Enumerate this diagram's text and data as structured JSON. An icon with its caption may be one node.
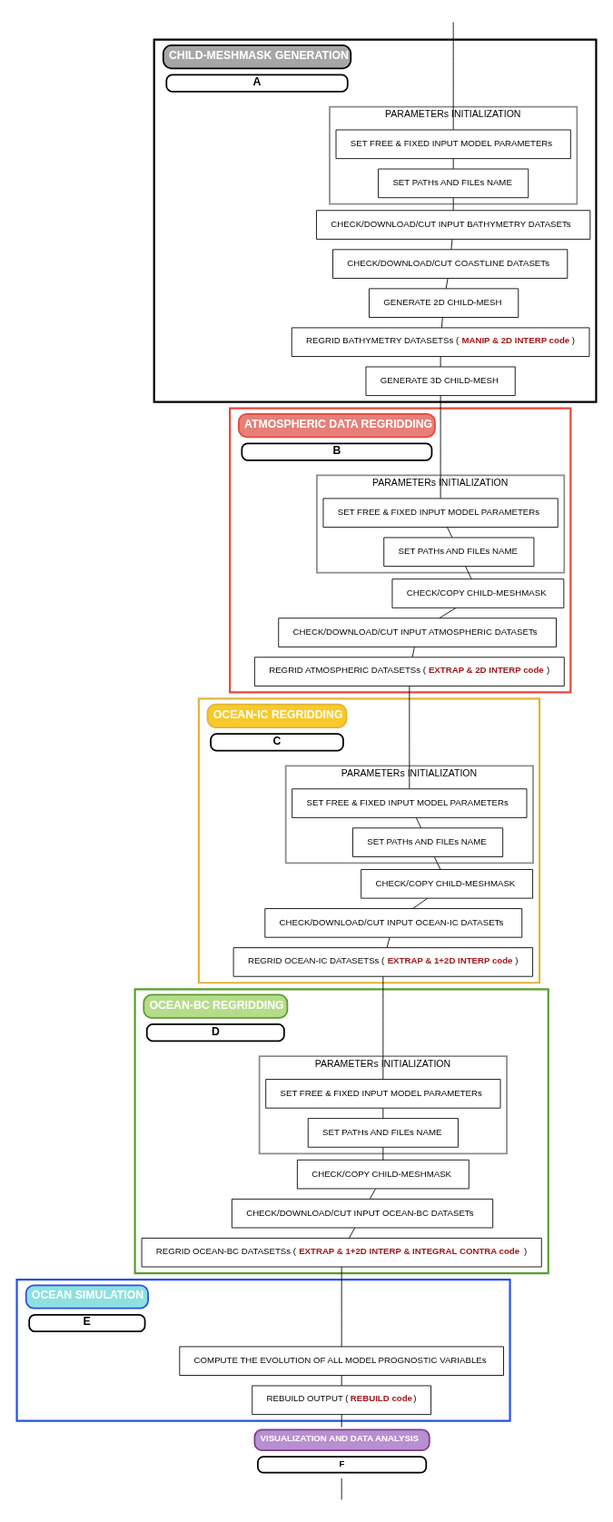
{
  "diagram": {
    "nodes": [
      {
        "text": [
          "CHILD-MESHMASK GENERATION",
          "A"
        ]
      },
      {
        "text": [
          "PARAMETERs INITIALIZATION"
        ],
        "in": 0
      },
      {
        "text": [
          "SET FREE & FIXED INPUT MODEL PARAMETERs"
        ],
        "in": 1
      },
      {
        "text": [
          "SET PATHs AND FILEs NAME"
        ],
        "in": 1
      },
      {
        "text": [
          "CHECK/DOWNLOAD/CUT INPUT BATHYMETRY DATASETs"
        ],
        "in": 0
      },
      {
        "text": [
          "CHECK/DOWNLOAD/CUT COASTLINE DATASETs"
        ],
        "in": 0
      },
      {
        "text": [
          "GENERATE 2D CHILD-MESH"
        ],
        "in": 0
      },
      {
        "text": [
          "REGRID BATHYMETRY DATASETSs (**MANIP & 2D INTERP code**)"
        ],
        "in": 0
      },
      {
        "text": [
          "GENERATE 3D CHILD-MESH"
        ],
        "in": 0
      },
      {
        "text": [
          "ATMOSPHERIC DATA REGRIDDING",
          "B"
        ]
      },
      {
        "text": [
          "PARAMETERs INITIALIZATION"
        ],
        "in": 9
      },
      {
        "text": [
          "SET FREE & FIXED INPUT MODEL PARAMETERs"
        ],
        "in": 10
      },
      {
        "text": [
          "SET PATHs AND FILEs NAME"
        ],
        "in": 10
      },
      {
        "text": [
          "CHECK/COPY CHILD-MESHMASK"
        ],
        "in": 9
      },
      {
        "text": [
          "CHECK/DOWNLOAD/CUT INPUT ATMOSPHERIC DATASETs"
        ],
        "in": 9
      },
      {
        "text": [
          "REGRID ATMOSPHERIC DATASETSs (**EXTRAP & 2D INTERP code**)"
        ],
        "in": 9
      },
      {
        "text": [
          "OCEAN-IC REGRIDDING",
          "C"
        ]
      },
      {
        "text": [
          "PARAMETERs INITIALIZATION"
        ],
        "in": 16
      },
      {
        "text": [
          "SET FREE & FIXED INPUT MODEL PARAMETERs"
        ],
        "in": 17
      },
      {
        "text": [
          "SET PATHs AND FILEs NAME"
        ],
        "in": 17
      },
      {
        "text": [
          "CHECK/COPY CHILD-MESHMASK"
        ],
        "in": 16
      },
      {
        "text": [
          "CHECK/DOWNLOAD/CUT INPUT OCEAN-IC DATASETs"
        ],
        "in": 16
      },
      {
        "text": [
          "REGRID OCEAN-IC DATASETSs (**EXTRAP & 1+2D INTERP code**)"
        ],
        "in": 16
      },
      {
        "text": [
          "OCEAN-BC REGRIDDING",
          "D"
        ]
      },
      {
        "text": [
          "PARAMETERs INITIALIZATION"
        ],
        "in": 23
      },
      {
        "text": [
          "SET FREE & FIXED INPUT MODEL PARAMETERs"
        ],
        "in": 24
      },
      {
        "text": [
          "SET PATHs AND FILEs NAME"
        ],
        "in": 24
      },
      {
        "text": [
          "CHECK/COPY CHILD-MESHMASK"
        ],
        "in": 23
      },
      {
        "text": [
          "CHECK/DOWNLOAD/CUT INPUT OCEAN-BC DATASETs"
        ],
        "in": 23
      },
      {
        "text": [
          "REGRID OCEAN-BC DATASETSs (**EXTRAP & 1+2D INTERP & INTEGRAL CONTRA code**)"
        ],
        "in": 23
      },
      {
        "text": [
          "OCEAN SIMULATION",
          "E"
        ]
      },
      {
        "text": [
          "COMPUTE THE EVOLUTION OF ALL MODEL PROGNOSTIC VARIABLEs"
        ],
        "in": 30
      },
      {
        "text": [
          "REBUILD OUTPUT (**REBUILD code**)"
        ],
        "in": 30
      },
      {
        "text": [
          "VISUALIZATION AND DATA ANALYSIS",
          "F"
        ]
      }
    ],
    "edges": [
      {
        "from": null,
        "to": 2,
        "arrow": "none"
      },
      {
        "from": 2,
        "to": 3,
        "arrow": "none"
      },
      {
        "from": 3,
        "to": 4,
        "arrow": "none"
      },
      {
        "from": 4,
        "to": 5,
        "arrow": "none"
      },
      {
        "from": 5,
        "to": 6,
        "arrow": "none"
      },
      {
        "from": 6,
        "to": 7,
        "arrow": "none"
      },
      {
        "from": 7,
        "to": 8,
        "arrow": "none"
      },
      {
        "from": 8,
        "to": 11,
        "arrow": "none"
      },
      {
        "from": 11,
        "to": 12,
        "arrow": "none"
      },
      {
        "from": 12,
        "to": 13,
        "arrow": "none"
      },
      {
        "from": 13,
        "to": 14,
        "arrow": "none"
      },
      {
        "from": 14,
        "to": 15,
        "arrow": "none"
      },
      {
        "from": 15,
        "to": 18,
        "arrow": "none"
      },
      {
        "from": 18,
        "to": 19,
        "arrow": "none"
      },
      {
        "from": 19,
        "to": 20,
        "arrow": "none"
      },
      {
        "from": 20,
        "to": 21,
        "arrow": "none"
      },
      {
        "from": 21,
        "to": 22,
        "arrow": "none"
      },
      {
        "from": 22,
        "to": 25,
        "arrow": "none"
      },
      {
        "from": 25,
        "to": 26,
        "arrow": "none"
      },
      {
        "from": 26,
        "to": 27,
        "arrow": "none"
      },
      {
        "from": 27,
        "to": 28,
        "arrow": "none"
      },
      {
        "from": 28,
        "to": 29,
        "arrow": "none"
      },
      {
        "from": 29,
        "to": 31,
        "arrow": "none"
      },
      {
        "from": 31,
        "to": 32,
        "arrow": "none"
      },
      {
        "from": 32,
        "to": 33,
        "arrow": "none"
      },
      {
        "from": 33,
        "to": null,
        "arrow": "none"
      }
    ]
  }
}
